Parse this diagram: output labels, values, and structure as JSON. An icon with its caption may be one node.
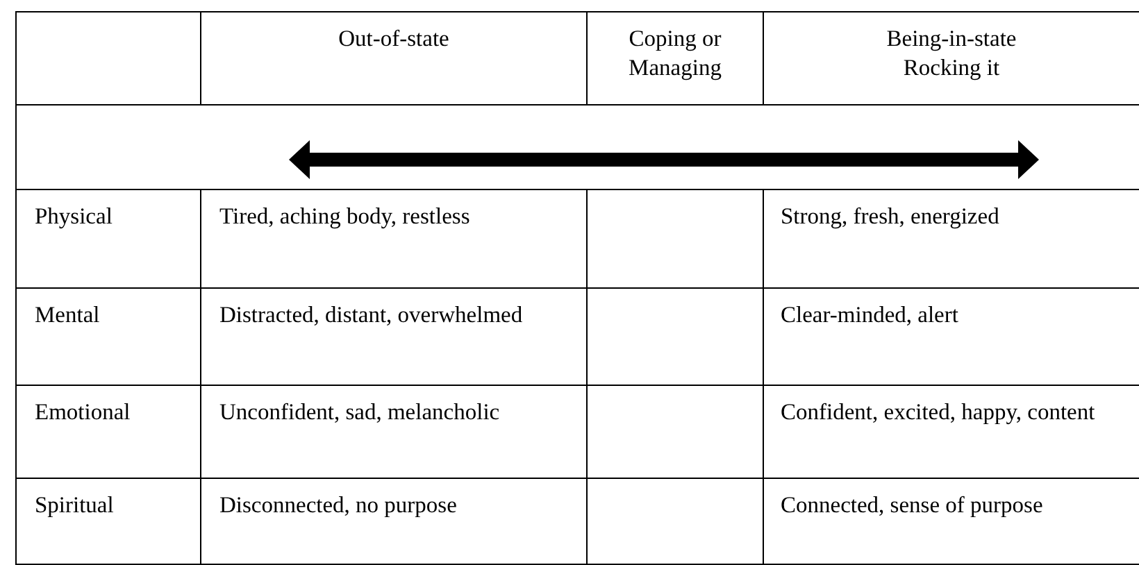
{
  "diagram": {
    "labels": [
      "Out-of-state",
      "Coping or Managing",
      "Being-in-state Rocking it",
      "Physical",
      "Tired, aching body, restless",
      "Strong, fresh, energized",
      "Mental",
      "Distracted, distant, overwhelmed",
      "Clear-minded, alert",
      "Emotional",
      "Unconfident, sad, melancholic",
      "Confident, excited, happy, content",
      "Spiritual",
      "Disconnected, no purpose",
      "Connected, sense of purpose"
    ]
  }
}
